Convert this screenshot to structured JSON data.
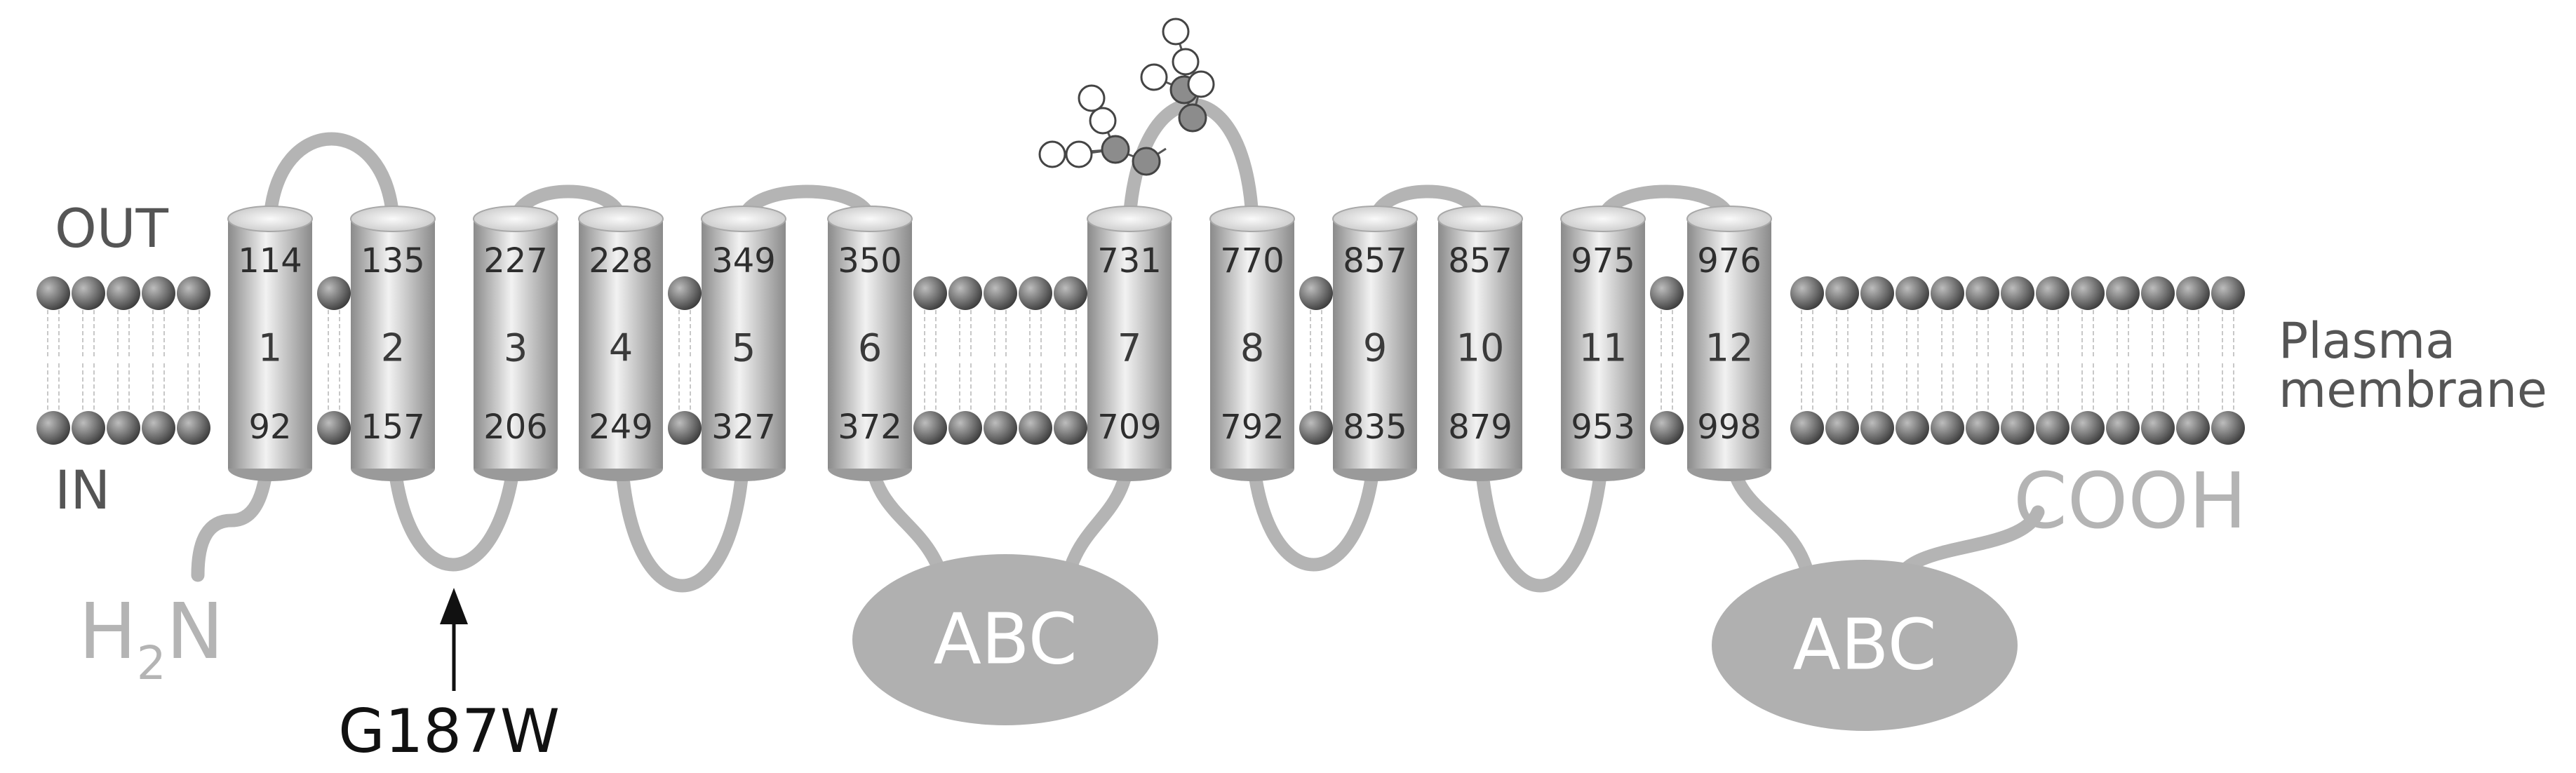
{
  "labels": {
    "out": "OUT",
    "in": "IN",
    "plasma_line1": "Plasma",
    "plasma_line2": "membrane",
    "n_terminus_h": "H",
    "n_terminus_sub": "2",
    "n_terminus_n": "N",
    "c_terminus": "COOH",
    "mutation": "G187W"
  },
  "helices": [
    {
      "index": "1",
      "top": "114",
      "bottom": "92"
    },
    {
      "index": "2",
      "top": "135",
      "bottom": "157"
    },
    {
      "index": "3",
      "top": "227",
      "bottom": "206"
    },
    {
      "index": "4",
      "top": "228",
      "bottom": "249"
    },
    {
      "index": "5",
      "top": "349",
      "bottom": "327"
    },
    {
      "index": "6",
      "top": "350",
      "bottom": "372"
    },
    {
      "index": "7",
      "top": "731",
      "bottom": "709"
    },
    {
      "index": "8",
      "top": "770",
      "bottom": "792"
    },
    {
      "index": "9",
      "top": "857",
      "bottom": "835"
    },
    {
      "index": "10",
      "top": "857",
      "bottom": "879"
    },
    {
      "index": "11",
      "top": "975",
      "bottom": "953"
    },
    {
      "index": "12",
      "top": "976",
      "bottom": "998"
    }
  ],
  "domains": [
    {
      "label": "ABC"
    },
    {
      "label": "ABC"
    }
  ],
  "colors": {
    "loop": "#b4b4b4",
    "cylinder_dark": "#8a8a8a",
    "cylinder_light": "#f2f2f2",
    "domain_fill": "#b0b0b0",
    "head_dark": "#3c3c3c",
    "head_light": "#bdbdbd",
    "sugar_filled": "#8c8c8c",
    "sugar_open": "#ffffff"
  }
}
